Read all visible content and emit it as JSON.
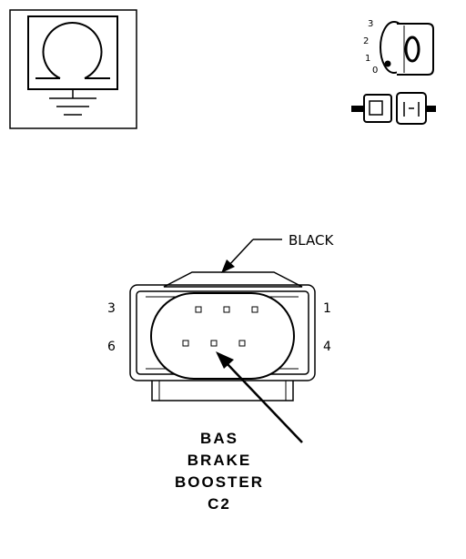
{
  "connector": {
    "color_label": "BLACK",
    "caption_lines": [
      "BAS",
      "BRAKE",
      "BOOSTER",
      "C2"
    ],
    "pin_labels": {
      "top_left": "3",
      "top_right": "1",
      "bottom_left": "6",
      "bottom_right": "4"
    }
  },
  "key_switch": {
    "positions": [
      "3",
      "2",
      "1",
      "0"
    ]
  },
  "colors": {
    "ink": "#000000",
    "background": "#ffffff"
  }
}
